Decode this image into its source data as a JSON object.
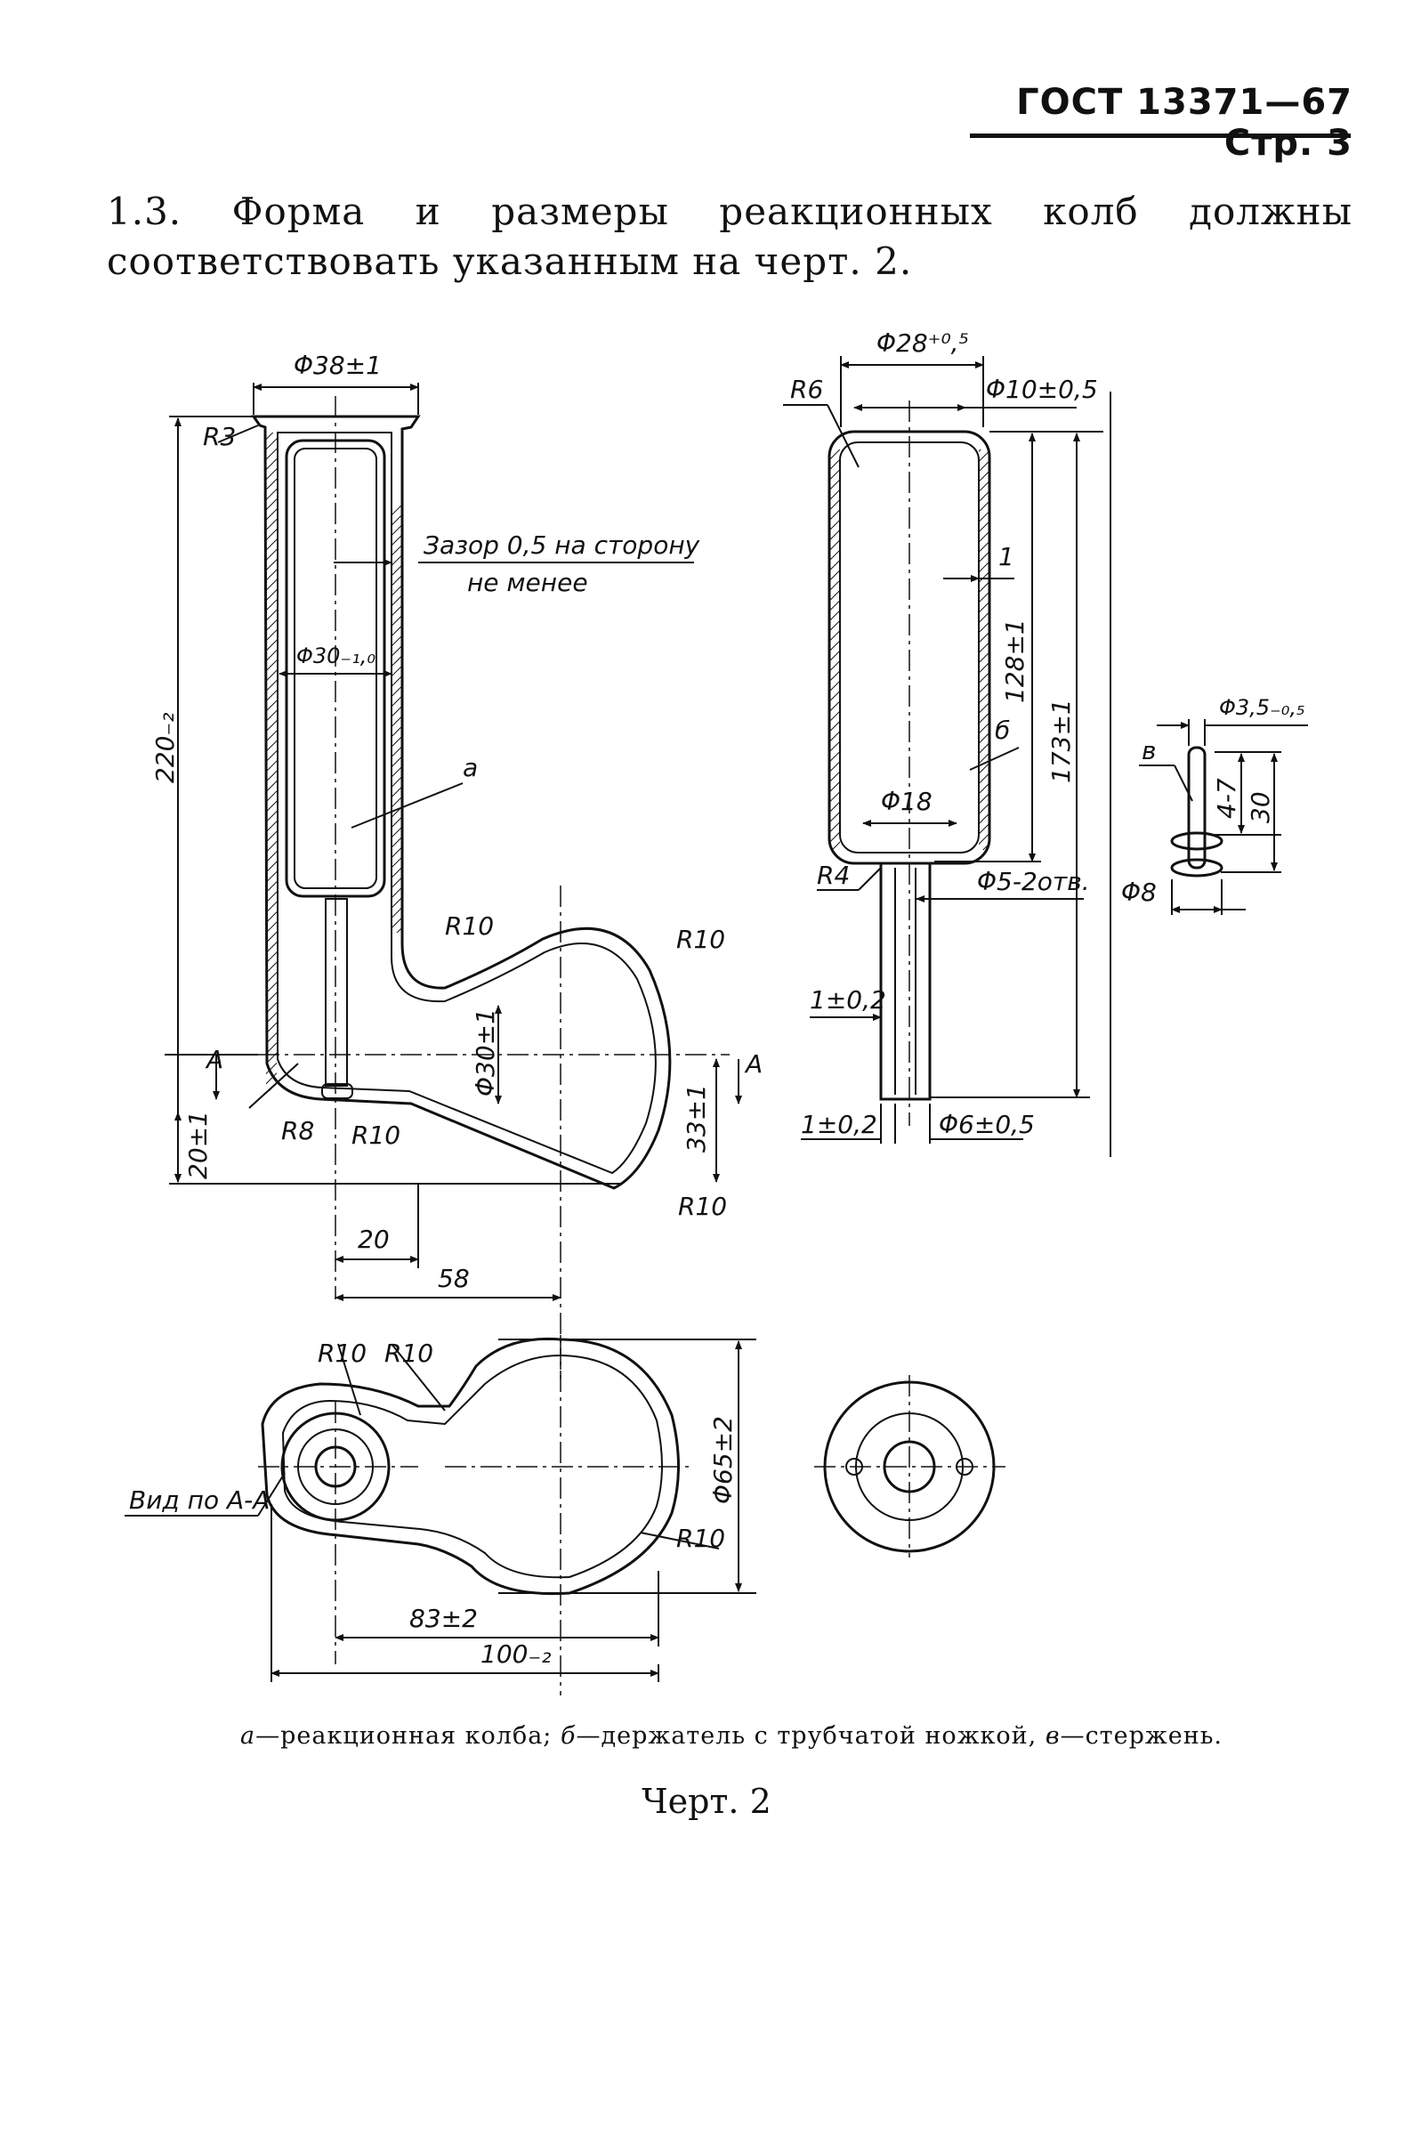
{
  "header": {
    "standard": "ГОСТ 13371—67",
    "page": "Стр. 3"
  },
  "intro": {
    "number": "1.3.",
    "text": "Форма и размеры реакционных колб должны соответствовать указанным на черт. 2."
  },
  "drawing": {
    "flask_dims": {
      "d38": "Φ38±1",
      "r3": "R3",
      "gap_line1": "Зазор 0,5 на сторону",
      "gap_line2": "не менее",
      "d30": "Φ30₋₁,₀",
      "label_a": "a",
      "h220": "220₋₂",
      "r10_neck": "R10",
      "r10_bulb": "R10",
      "d30_bulb": "Φ30±1",
      "section_a": "A",
      "r8": "R8",
      "r10_base": "R10",
      "h20": "20±1",
      "h33": "33±1",
      "r10_bottom": "R10",
      "w20": "20",
      "w58": "58"
    },
    "holder_dims": {
      "d28": "Φ28⁺⁰,⁵",
      "r6": "R6",
      "d10": "Φ10±0,5",
      "wall1": "1",
      "h128": "128±1",
      "h173": "173±1",
      "label_b": "б",
      "d18": "Φ18",
      "r4": "R4",
      "d5": "Φ5-2отв.",
      "t1a": "1±0,2",
      "t1b": "1±0,2",
      "d6": "Φ6±0,5"
    },
    "rod_dims": {
      "d35": "Φ3,5₋₀,₅",
      "label_v": "в",
      "h47": "4-7",
      "h30": "30",
      "d8": "Φ8"
    },
    "view_dims": {
      "r10_left": "R10",
      "r10_right": "R10",
      "view_label": "Вид по А-А",
      "d65": "Φ65±2",
      "r10_view": "R10",
      "w83": "83±2",
      "w100": "100₋₂"
    }
  },
  "caption": {
    "a_letter": "а",
    "a_text": "—реакционная колба;",
    "b_letter": "б",
    "b_text": "—держатель с трубчатой ножкой,",
    "v_letter": "в",
    "v_text": "—стержень."
  },
  "figure_label": "Черт. 2"
}
